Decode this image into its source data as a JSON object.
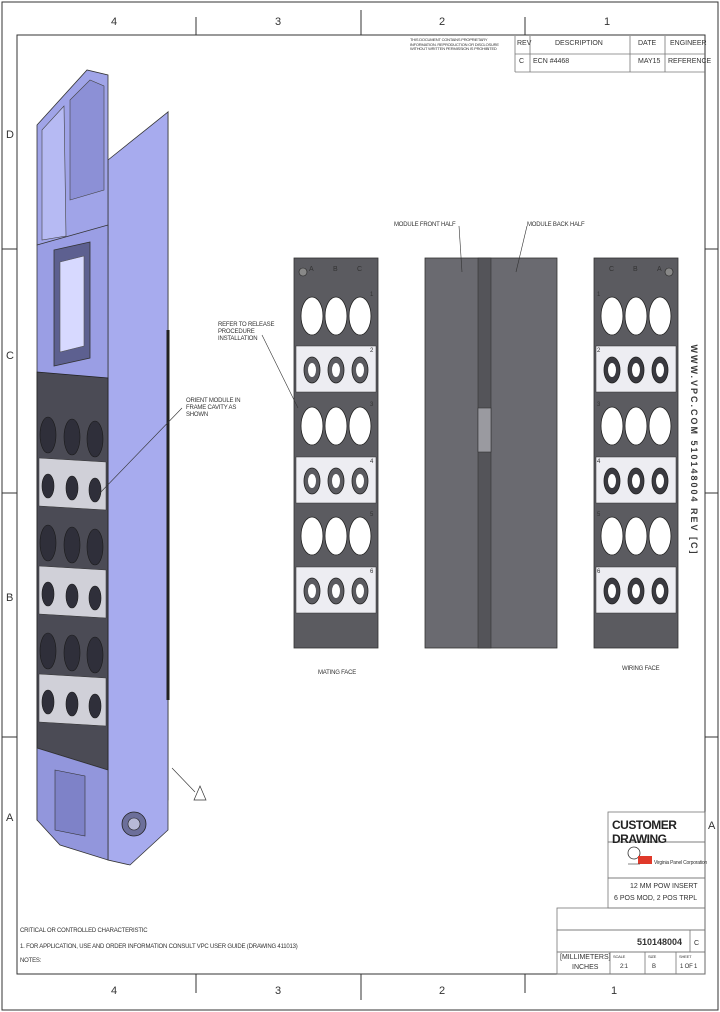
{
  "zones": {
    "columns": [
      "4",
      "3",
      "2",
      "1"
    ],
    "rows": [
      "D",
      "C",
      "B",
      "A"
    ]
  },
  "rev_block": {
    "note": "THIS DOCUMENT CONTAINS PROPRIETARY INFORMATION. REPRODUCTION OR DISCLOSURE WITHOUT WRITTEN PERMISSION IS PROHIBITED",
    "headers": [
      "REV",
      "DESCRIPTION",
      "DATE",
      "ENGINEER"
    ],
    "row": {
      "rev": "C",
      "description": "ECN #4468",
      "date": "MAY15",
      "engineer": "REFERENCE"
    }
  },
  "callouts": {
    "module_front_half": "MODULE FRONT HALF",
    "module_back_half": "MODULE BACK HALF",
    "refer_to_release": "REFER TO RELEASE PROCEDURE INSTALLATION",
    "orient_module": "ORIENT MODULE IN FRAME CAVITY AS SHOWN"
  },
  "faces": {
    "mating_face": "MATING FACE",
    "wiring_face": "WIRING FACE",
    "mating_columns": [
      "A",
      "B",
      "C"
    ],
    "wiring_columns": [
      "C",
      "B",
      "A"
    ],
    "row_numbers": [
      "1",
      "2",
      "3",
      "4",
      "5",
      "6"
    ]
  },
  "back_half_marking": "WWW.VPC.COM   510148004 REV [C]",
  "title_block": {
    "customer_drawing": "CUSTOMER DRAWING",
    "company": "Virginia Panel Corporation",
    "title_line1": "12 MM POW INSERT",
    "title_line2": "6 POS MOD, 2 POS TRPL",
    "part_number": "510148004",
    "rev": "C",
    "units": "[MILLIMETERS]",
    "inches": "INCHES",
    "scale_label": "SCALE",
    "scale_value": "2:1",
    "sheet_label": "SHEET",
    "sheet_value": "1 OF 1",
    "size_label": "SIZE",
    "size_value": "B"
  },
  "notes": {
    "line1": "CRITICAL OR CONTROLLED CHARACTERISTIC",
    "line2": "1. FOR APPLICATION, USE AND ORDER INFORMATION CONSULT VPC USER GUIDE (DRAWING 411013)",
    "label": "NOTES:"
  },
  "colors": {
    "module_blue": "#9fa3e6",
    "module_dark": "#4a4a55",
    "face_dark": "#5b5b60",
    "face_light": "#ededf2",
    "line": "#444444"
  }
}
